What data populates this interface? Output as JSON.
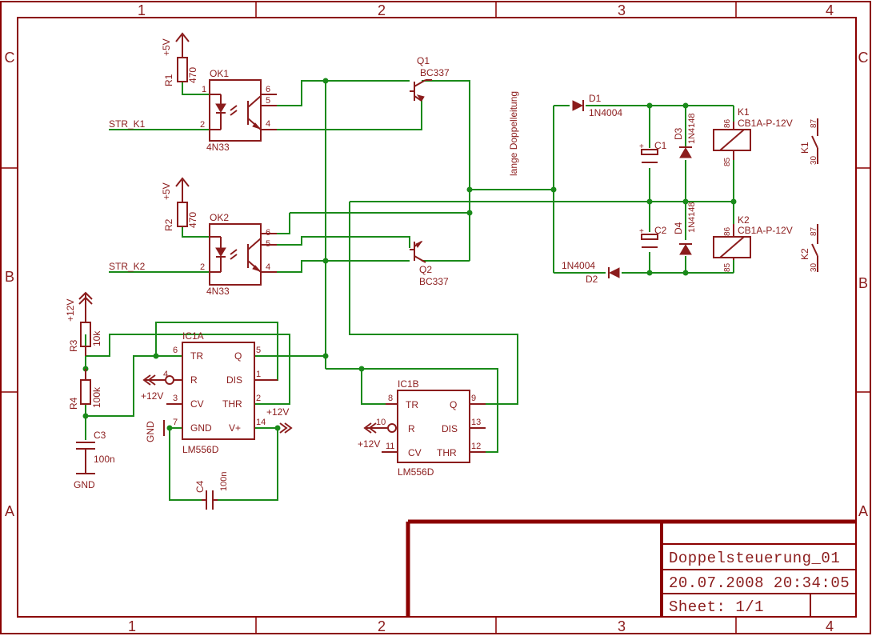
{
  "frame": {
    "columns": [
      "1",
      "2",
      "3",
      "4"
    ],
    "rows": [
      "C",
      "B",
      "A"
    ]
  },
  "title_block": {
    "title": "Doppelsteuerung_01",
    "date": "20.07.2008 20:34:05",
    "sheet": "Sheet: 1/1"
  },
  "colors": {
    "symbol": "#8b1c1c",
    "wire": "#1a8a1a",
    "frame": "#8b0000"
  },
  "components": {
    "R1": {
      "name": "R1",
      "value": "470"
    },
    "R2": {
      "name": "R2",
      "value": "470"
    },
    "R3": {
      "name": "R3",
      "value": "10k"
    },
    "R4": {
      "name": "R4",
      "value": "100k"
    },
    "OK1": {
      "name": "OK1",
      "value": "4N33",
      "pins": [
        "1",
        "2",
        "4",
        "5",
        "6"
      ]
    },
    "OK2": {
      "name": "OK2",
      "value": "4N33",
      "pins": [
        "2",
        "4",
        "5",
        "6"
      ]
    },
    "Q1": {
      "name": "Q1",
      "value": "BC337"
    },
    "Q2": {
      "name": "Q2",
      "value": "BC337"
    },
    "D1": {
      "name": "D1",
      "value": "1N4004"
    },
    "D2": {
      "name": "D2",
      "value": "1N4004"
    },
    "D3": {
      "name": "D3",
      "value": "1N4148"
    },
    "D4": {
      "name": "D4",
      "value": "1N4148"
    },
    "C1": {
      "name": "C1"
    },
    "C2": {
      "name": "C2"
    },
    "C3": {
      "name": "C3",
      "value": "100n"
    },
    "C4": {
      "name": "C4",
      "value": "100n"
    },
    "K1": {
      "name": "K1",
      "value": "CB1A-P-12V",
      "pins": [
        "86",
        "85",
        "87",
        "30"
      ]
    },
    "K2": {
      "name": "K2",
      "value": "CB1A-P-12V",
      "pins": [
        "86",
        "85",
        "87",
        "30"
      ]
    },
    "IC1A": {
      "name": "IC1A",
      "value": "LM556D",
      "pin_labels": [
        "TR",
        "Q",
        "R",
        "DIS",
        "CV",
        "THR",
        "GND",
        "V+"
      ],
      "pin_numbers": [
        "6",
        "5",
        "4",
        "1",
        "3",
        "2",
        "7",
        "14"
      ]
    },
    "IC1B": {
      "name": "IC1B",
      "value": "LM556D",
      "pin_labels": [
        "TR",
        "Q",
        "R",
        "DIS",
        "CV",
        "THR"
      ],
      "pin_numbers": [
        "8",
        "9",
        "10",
        "13",
        "11",
        "12"
      ]
    }
  },
  "nets": {
    "v5": "+5V",
    "v12": "+12V",
    "gnd": "GND",
    "str_k1": "STR_K1",
    "str_k2": "STR_K2",
    "note": "lange Doppelleitung"
  }
}
